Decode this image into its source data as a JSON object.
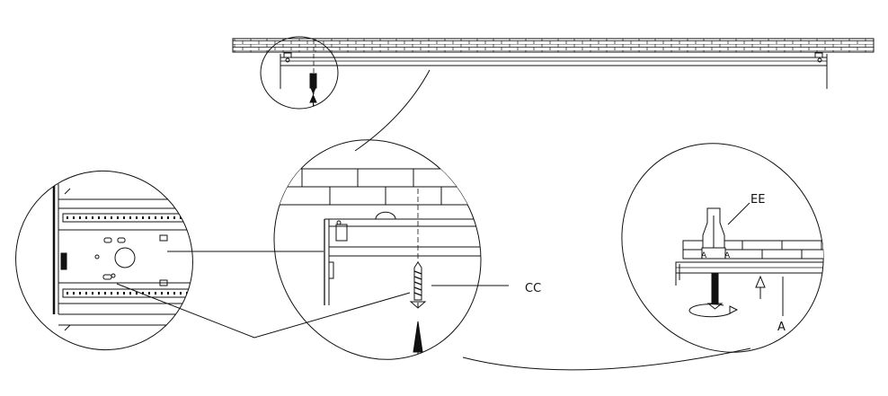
{
  "labels": {
    "cc": "CC",
    "ee": "EE",
    "a_main": "A",
    "a_small_left": "A",
    "a_small_right": "A"
  },
  "colors": {
    "ink": "#111111",
    "paper": "#ffffff"
  }
}
